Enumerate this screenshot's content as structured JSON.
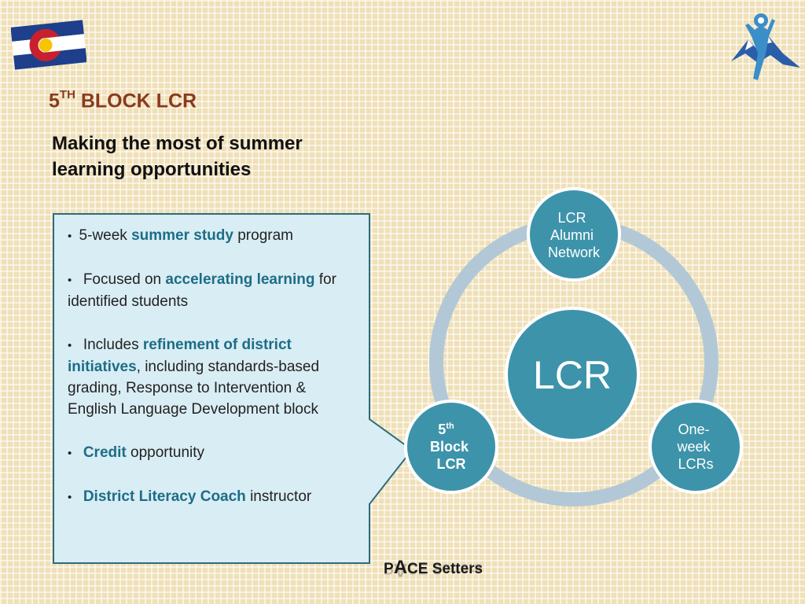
{
  "title": {
    "main": "5",
    "sup": "TH",
    "rest": " BLOCK LCR"
  },
  "subtitle": "Making the most of summer learning opportunities",
  "bullets": [
    {
      "pre": "5-week ",
      "bold": "summer study",
      "post": " program"
    },
    {
      "pre": "Focused on ",
      "bold": "accelerating learning",
      "post": " for identified students"
    },
    {
      "pre": "Includes ",
      "bold": "refinement of district initiatives",
      "post": ", including standards-based grading, Response to Intervention & English Language Development block"
    },
    {
      "pre": "",
      "bold": "Credit",
      "post": " opportunity"
    },
    {
      "pre": "",
      "bold": "District Literacy Coach",
      "post": " instructor"
    }
  ],
  "cycle": {
    "center": "LCR",
    "top": [
      "LCR",
      "Alumni",
      "Network"
    ],
    "right": [
      "One-",
      "week",
      "LCRs"
    ],
    "left": {
      "line1": "5",
      "line1_sup": "th",
      "line2": "Block",
      "line3": "LCR"
    }
  },
  "footer": {
    "p": "P",
    "a": "A",
    "rest": "CE Setters"
  },
  "colors": {
    "title": "#8a3a1d",
    "accent_text": "#1d6d86",
    "node_fill": "#3d93aa",
    "ring": "#b3c8d6",
    "panel_bg": "#d9edf4",
    "panel_border": "#2e6b7d"
  }
}
